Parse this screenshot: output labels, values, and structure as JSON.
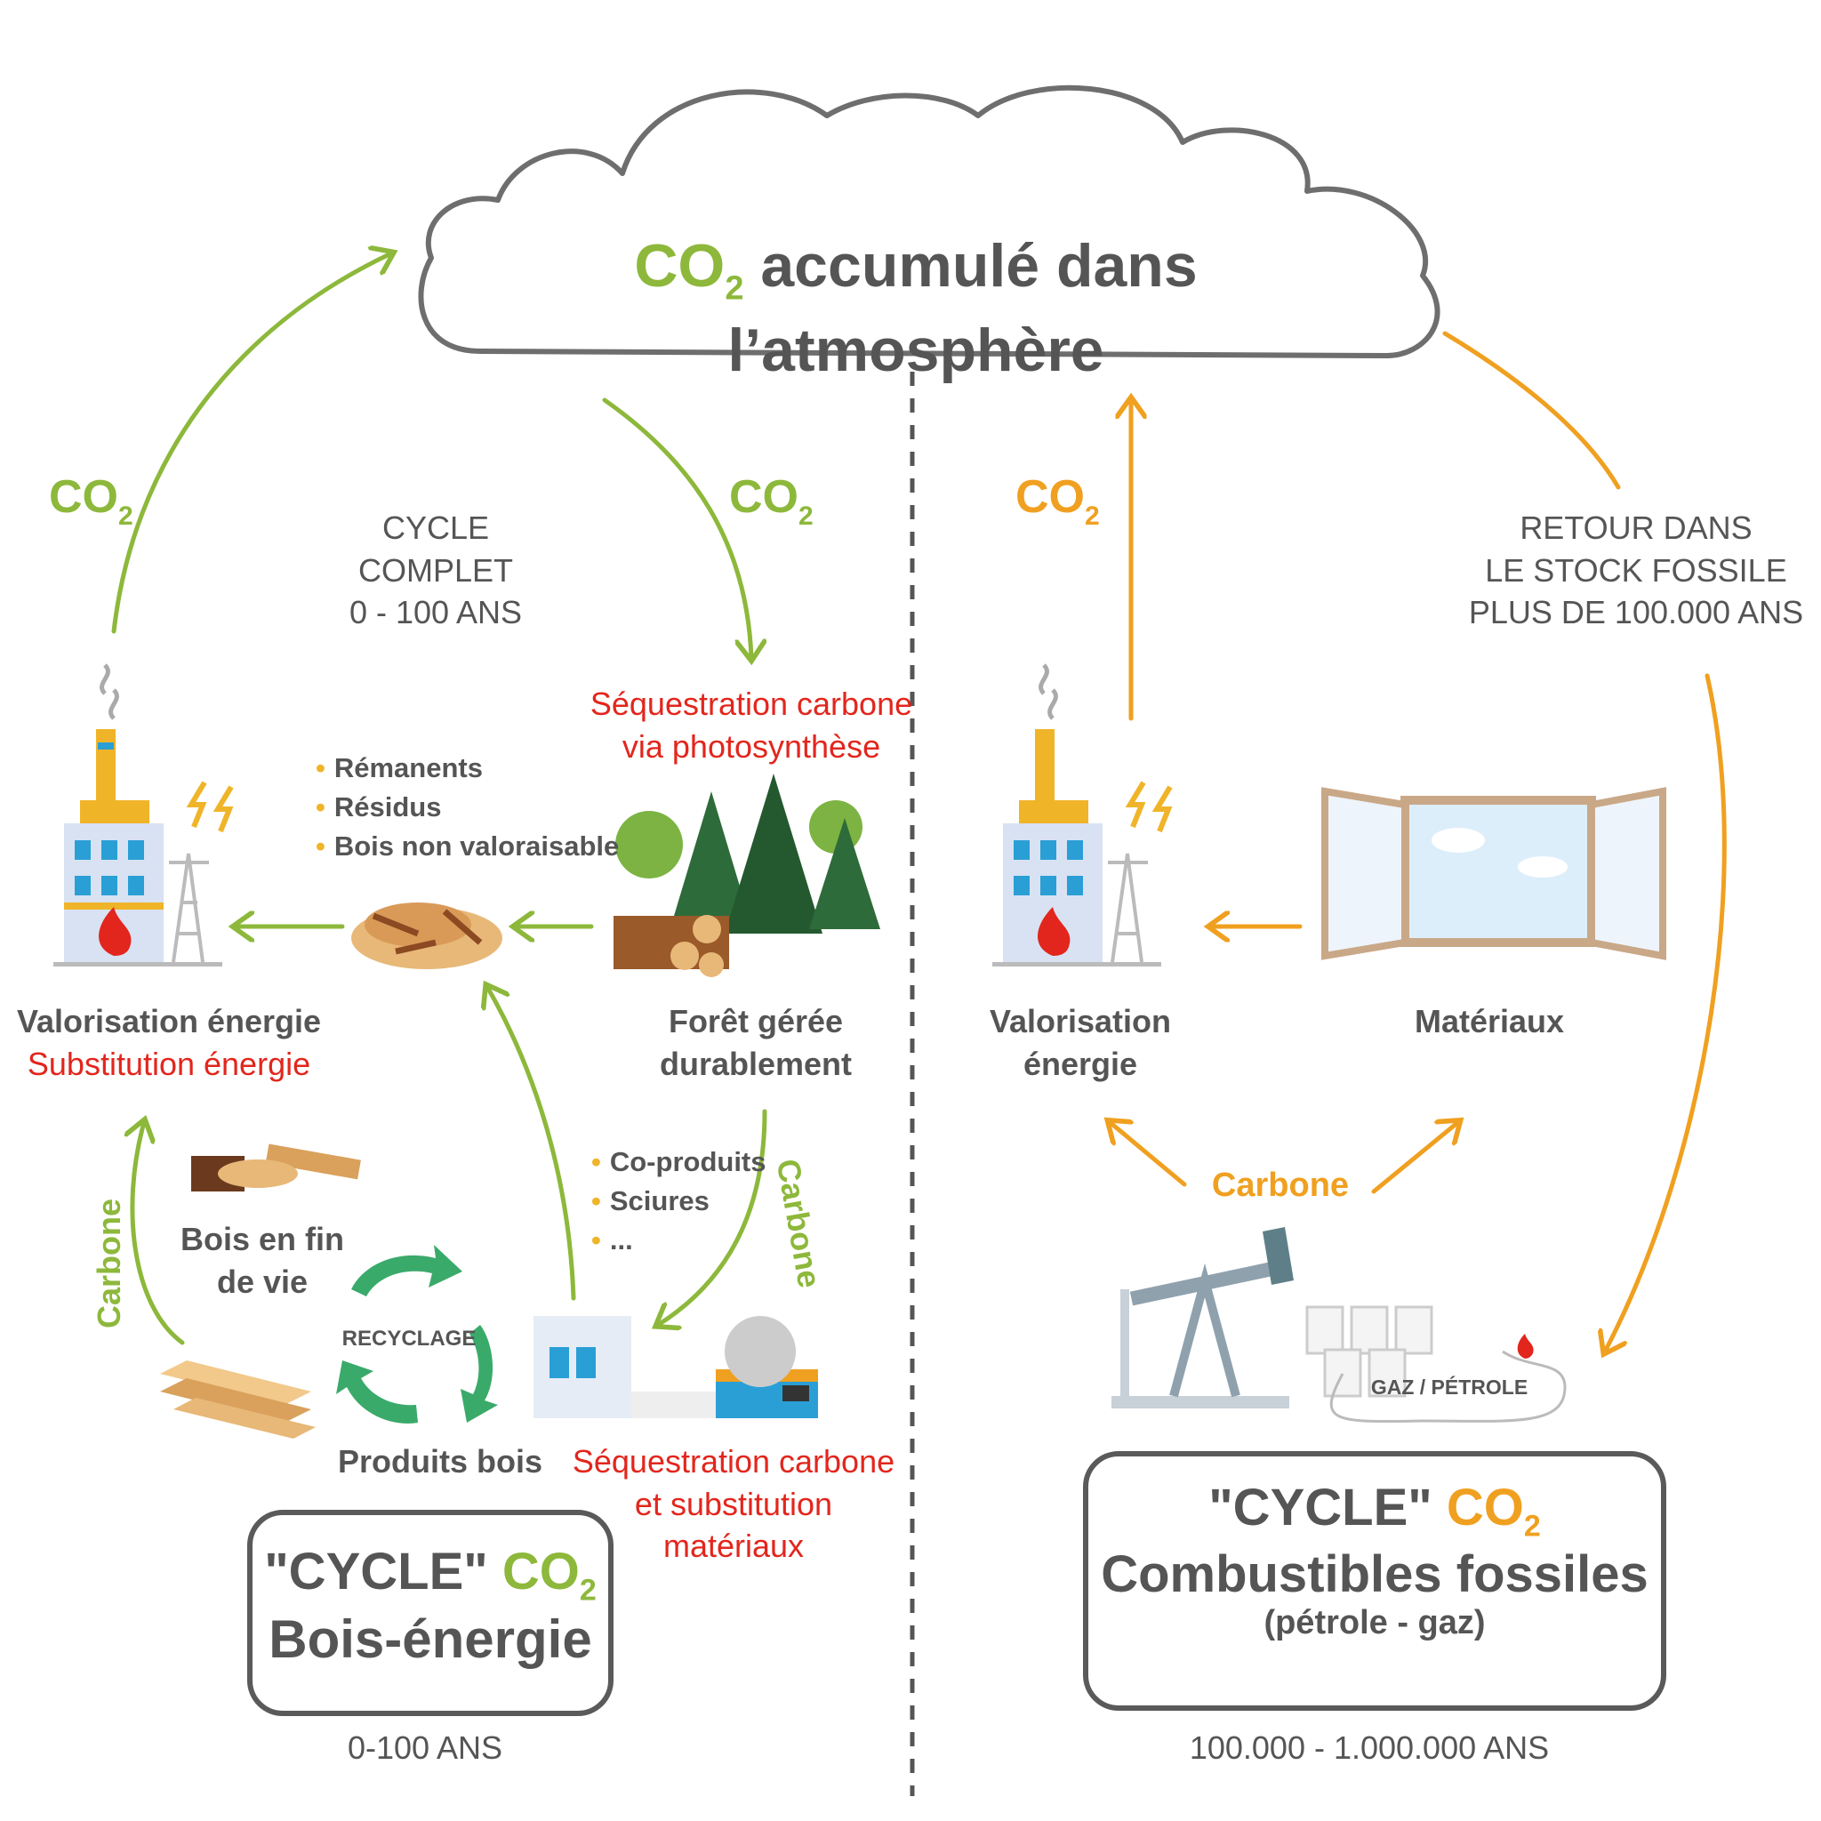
{
  "title": {
    "co2": "CO",
    "sub": "2",
    "rest": "accumulé dans l’atmosphère"
  },
  "left": {
    "co2_up": {
      "main": "CO",
      "sub": "2"
    },
    "co2_down": {
      "main": "CO",
      "sub": "2"
    },
    "cycle_complet": [
      "CYCLE COMPLET",
      "0 - 100 ANS"
    ],
    "sequestration_photo": [
      "Séquestration carbone",
      "via photosynthèse"
    ],
    "bullets_top": [
      "Rémanents",
      "Résidus",
      "Bois non valoraisable"
    ],
    "valorisation": "Valorisation énergie",
    "substitution": "Substitution énergie",
    "foret": [
      "Forêt gérée",
      "durablement"
    ],
    "bullets_bottom": [
      "Co-produits",
      "Sciures",
      "..."
    ],
    "carbone_left": "Carbone",
    "carbone_right": "Carbone",
    "bois_fin_vie": [
      "Bois en fin",
      "de vie"
    ],
    "recyclage": "RECYCLAGE",
    "produits_bois": "Produits bois",
    "sequestration_mat": [
      "Séquestration carbone",
      "et substitution",
      "matériaux"
    ],
    "box": {
      "quote": "\"CYCLE\"",
      "co2": "CO",
      "sub": "2",
      "name": "Bois-énergie"
    },
    "duration": "0-100 ANS"
  },
  "right": {
    "co2_up": {
      "main": "CO",
      "sub": "2"
    },
    "retour": [
      "RETOUR DANS",
      "LE STOCK FOSSILE",
      "PLUS DE 100.000 ANS"
    ],
    "valorisation": [
      "Valorisation",
      "énergie"
    ],
    "materiaux": "Matériaux",
    "carbone": "Carbone",
    "gaz_petrole": "GAZ / PÉTROLE",
    "box": {
      "quote": "\"CYCLE\"",
      "co2": "CO",
      "sub": "2",
      "name": "Combustibles fossiles",
      "detail": "(pétrole - gaz)"
    },
    "duration": "100.000 - 1.000.000 ANS"
  },
  "colors": {
    "green": "#8db83b",
    "orange": "#f0a020",
    "red": "#e2261d",
    "gray": "#555555"
  }
}
